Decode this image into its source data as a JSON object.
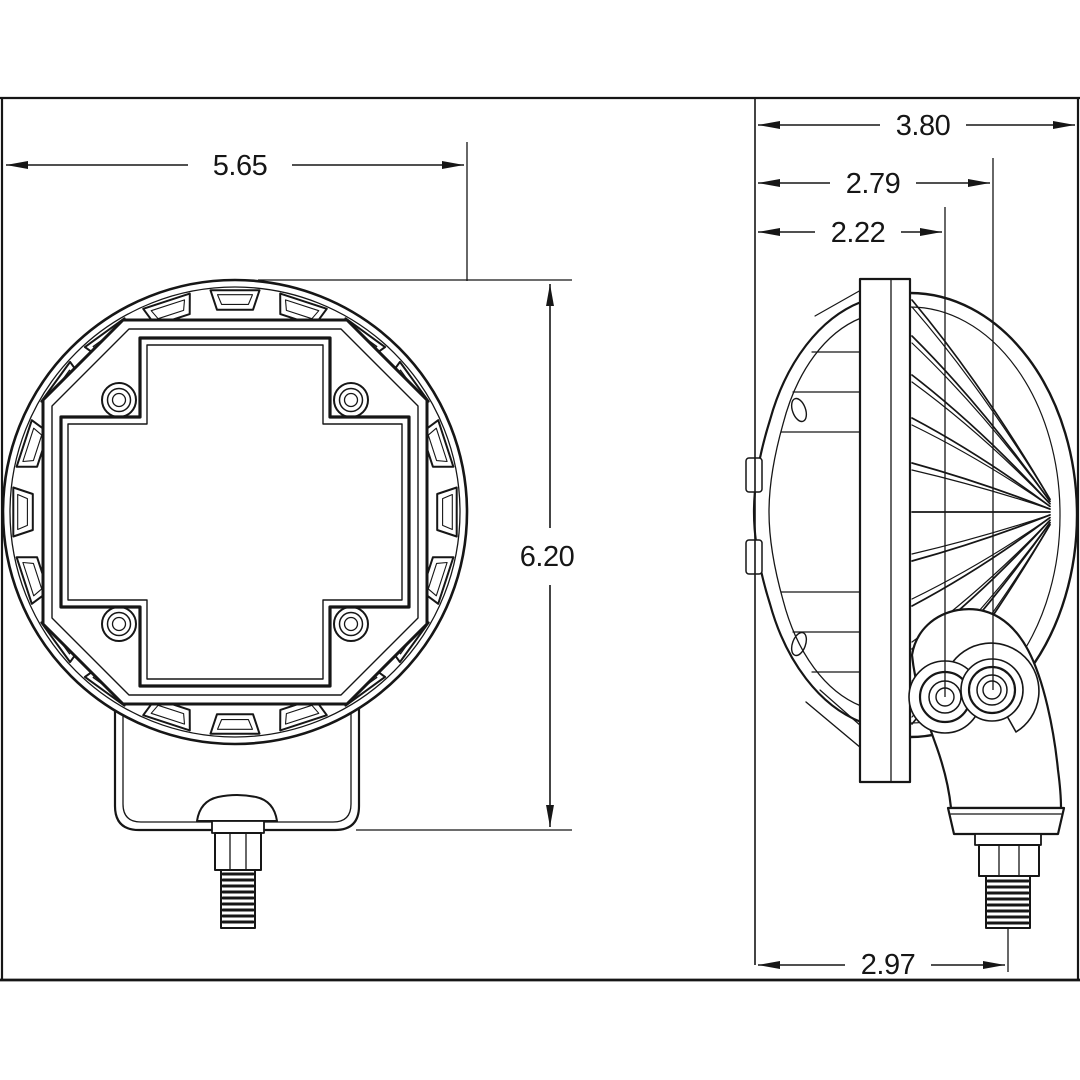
{
  "drawing": {
    "kind": "technical-dimension-drawing",
    "subject": "round-led-light",
    "background": "#ffffff",
    "line_color": "#161616",
    "views": {
      "front": {
        "label": "front-view"
      },
      "side": {
        "label": "side-profile-view"
      }
    },
    "dims": {
      "front_width": "5.65",
      "front_height": "6.20",
      "side_depth_overall": "3.80",
      "side_depth_rear_bolt": "2.79",
      "side_depth_front_bolt": "2.22",
      "side_stud_offset": "2.97"
    }
  }
}
